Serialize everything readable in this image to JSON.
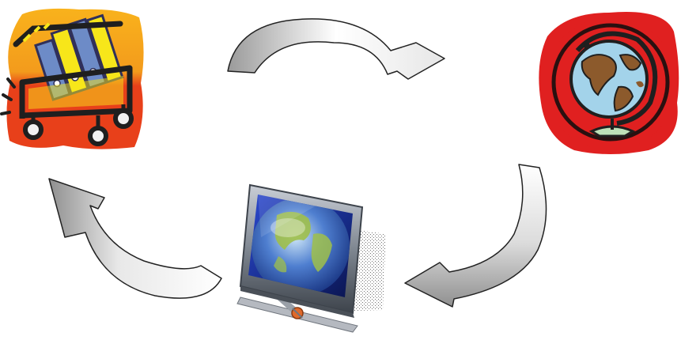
{
  "diagram": {
    "type": "cycle",
    "nodes": [
      {
        "id": "library",
        "icon": "book-cart-icon"
      },
      {
        "id": "world",
        "icon": "globe-icon"
      },
      {
        "id": "computer",
        "icon": "computer-monitor-icon"
      }
    ],
    "edges": [
      {
        "from": "library",
        "to": "world",
        "icon": "curved-arrow-icon"
      },
      {
        "from": "world",
        "to": "computer",
        "icon": "curved-arrow-icon"
      },
      {
        "from": "computer",
        "to": "library",
        "icon": "curved-arrow-icon"
      }
    ],
    "colors": {
      "arrow_fill_light": "#ffffff",
      "arrow_fill_dark": "#9a9a9a",
      "arrow_stroke": "#222222",
      "cart_bg_top": "#f9b21c",
      "cart_bg_bottom": "#e8401a",
      "cart_frame": "#1f1f1f",
      "cart_yellow": "#f7e61a",
      "cart_wheel": "#f2f2f2",
      "book_blue": "#6d8bc7",
      "book_dark": "#30305a",
      "globe_bg": "#e02020",
      "globe_ocean": "#a3d3ea",
      "globe_land": "#8c5a2c",
      "globe_stand": "#bde0b8",
      "monitor_frame": "#7f8791",
      "monitor_screen": "#1b2f87",
      "earth_land": "#9fbf4a",
      "earth_ocean": "#4f7fd0",
      "connector_orange": "#e0692a"
    }
  }
}
